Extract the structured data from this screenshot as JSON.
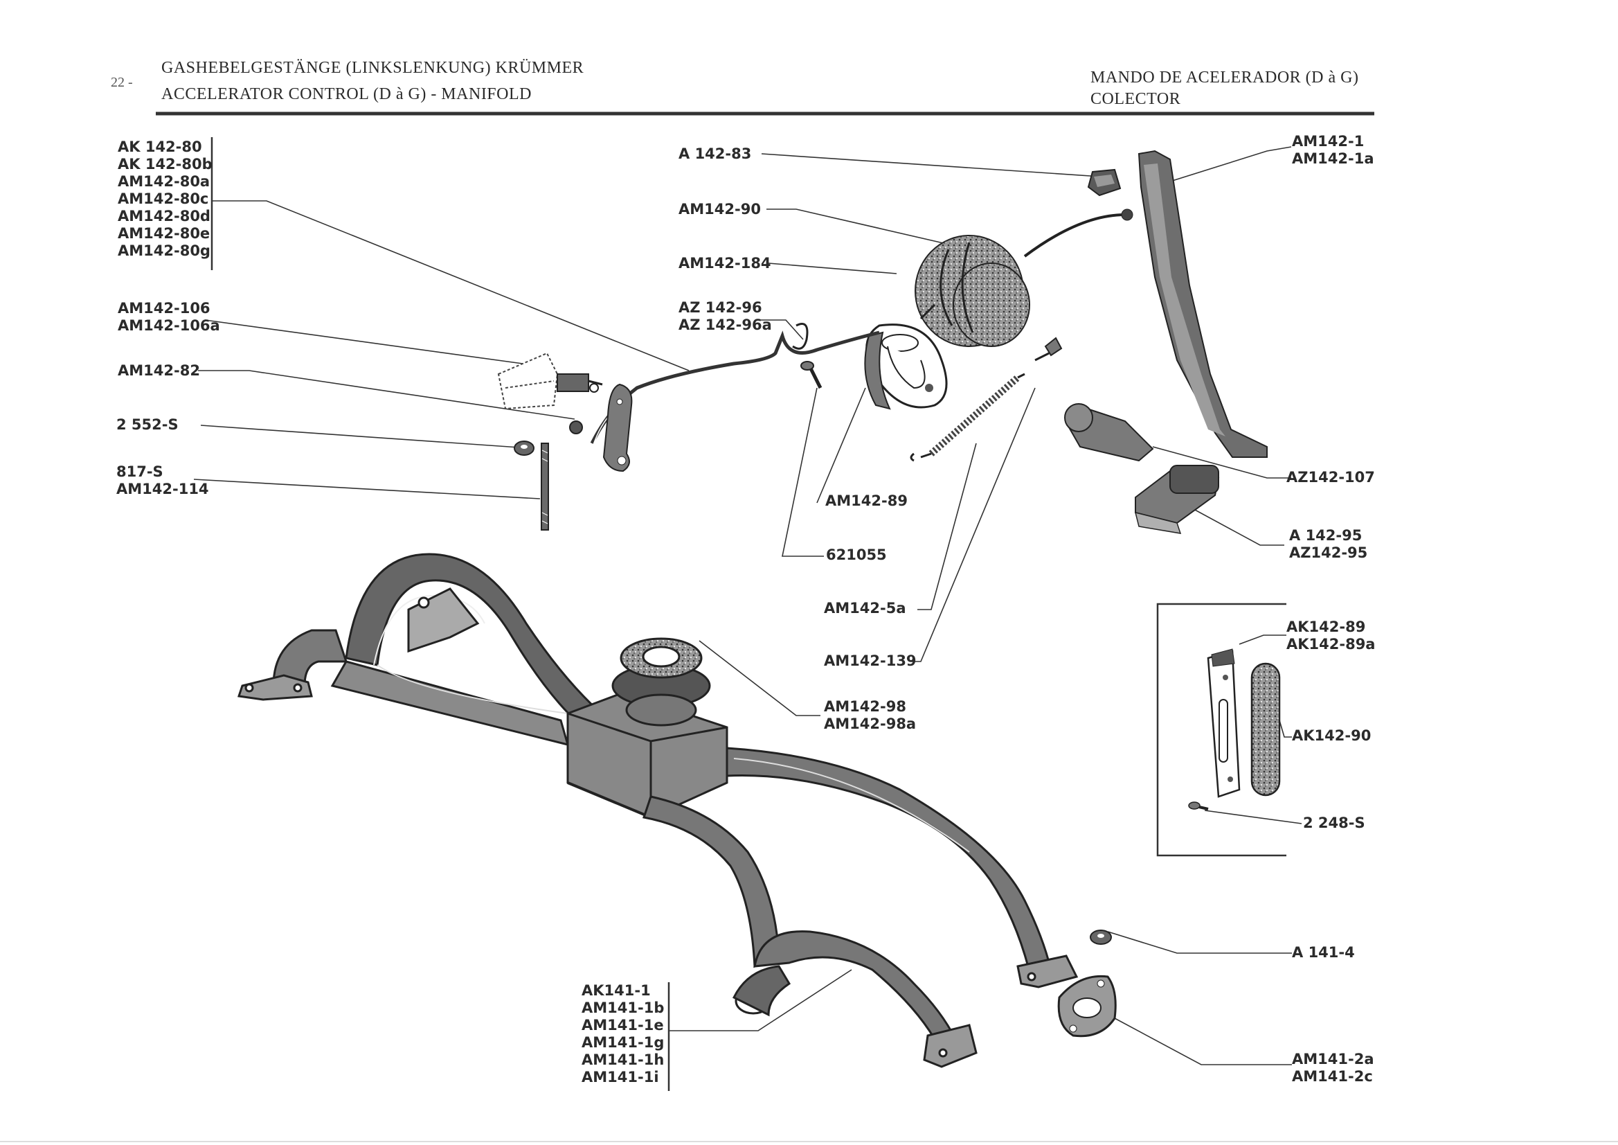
{
  "header": {
    "page_number": "22 -",
    "left_line1": "GASHEBELGESTÄNGE (LINKSLENKUNG) KRÜMMER",
    "left_line2": "ACCELERATOR CONTROL (D à G) - MANIFOLD",
    "right_line1": "MANDO DE ACELERADOR (D à G)",
    "right_line2": "COLECTOR"
  },
  "labels": {
    "ak142_80_group": [
      "AK 142-80",
      "AK 142-80b",
      "AM142-80a",
      "AM142-80c",
      "AM142-80d",
      "AM142-80e",
      "AM142-80g"
    ],
    "am142_106_group": [
      "AM142-106",
      "AM142-106a"
    ],
    "am142_82": "AM142-82",
    "s2552": "2 552-S",
    "s817_group": [
      "817-S",
      "AM142-114"
    ],
    "a142_83": "A  142-83",
    "am142_90": "AM142-90",
    "am142_184": "AM142-184",
    "az142_96_group": [
      "AZ 142-96",
      "AZ 142-96a"
    ],
    "am142_1_group": [
      "AM142-1",
      "AM142-1a"
    ],
    "az142_107": "AZ142-107",
    "a142_95_group": [
      "A  142-95",
      "AZ142-95"
    ],
    "am142_89": "AM142-89",
    "n621055": "621055",
    "am142_5a": "AM142-5a",
    "am142_139": "AM142-139",
    "ak142_89_group": [
      "AK142-89",
      "AK142-89a"
    ],
    "ak142_90": "AK142-90",
    "s2248": "2 248-S",
    "am142_98_group": [
      "AM142-98",
      "AM142-98a"
    ],
    "a141_4": "A  141-4",
    "ak141_1_group": [
      "AK141-1",
      "AM141-1b",
      "AM141-1e",
      "AM141-1g",
      "AM141-1h",
      "AM141-1i"
    ],
    "am141_2_group": [
      "AM141-2a",
      "AM141-2c"
    ]
  },
  "colors": {
    "ink": "#2b2b2b",
    "part_fill": "#6e6e6e",
    "part_light": "#bdbdbd",
    "paper": "#ffffff"
  }
}
